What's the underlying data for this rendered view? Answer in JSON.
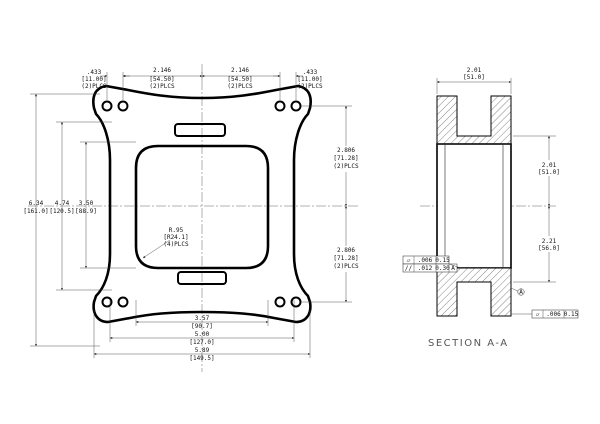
{
  "drawing": {
    "section_label": "SECTION A-A",
    "top_dims": [
      {
        "value": ".433",
        "metric": "[11.00]",
        "note": "(2)PLCS"
      },
      {
        "value": "2.146",
        "metric": "[54.50]",
        "note": "(2)PLCS"
      },
      {
        "value": "2.146",
        "metric": "[54.50]",
        "note": "(2)PLCS"
      },
      {
        "value": ".433",
        "metric": "[11.00]",
        "note": "(2)PLCS"
      }
    ],
    "left_dims": [
      {
        "value": "6.34",
        "metric": "[161.0]"
      },
      {
        "value": "4.74",
        "metric": "[120.5]"
      },
      {
        "value": "3.50",
        "metric": "[88.9]"
      }
    ],
    "right_dims": [
      {
        "value": "2.806",
        "metric": "[71.28]",
        "note": "(2)PLCS"
      },
      {
        "value": "2.806",
        "metric": "[71.28]",
        "note": "(2)PLCS"
      }
    ],
    "radius": {
      "value": "R.95",
      "metric": "[R24.1]",
      "note": "(4)PLCS"
    },
    "bottom_dims": [
      {
        "value": "3.57",
        "metric": "[90.7]"
      },
      {
        "value": "5.00",
        "metric": "[127.0]"
      },
      {
        "value": "5.89",
        "metric": "[149.5]"
      }
    ],
    "section_dims": {
      "top_width": {
        "value": "2.01",
        "metric": "[51.0]"
      },
      "height_upper": {
        "value": "2.01",
        "metric": "[51.0]"
      },
      "height_lower": {
        "value": "2.21",
        "metric": "[56.0]"
      }
    },
    "tolerances": {
      "flatness_1": {
        "symbol": "▱",
        "value": ".006",
        "metric": "0.15"
      },
      "parallel": {
        "symbol": "//",
        "value": ".012",
        "metric": "0.30",
        "datum": "A"
      },
      "flatness_2": {
        "symbol": "▱",
        "value": ".006",
        "metric": "0.15"
      },
      "finish_mark": "A"
    }
  }
}
